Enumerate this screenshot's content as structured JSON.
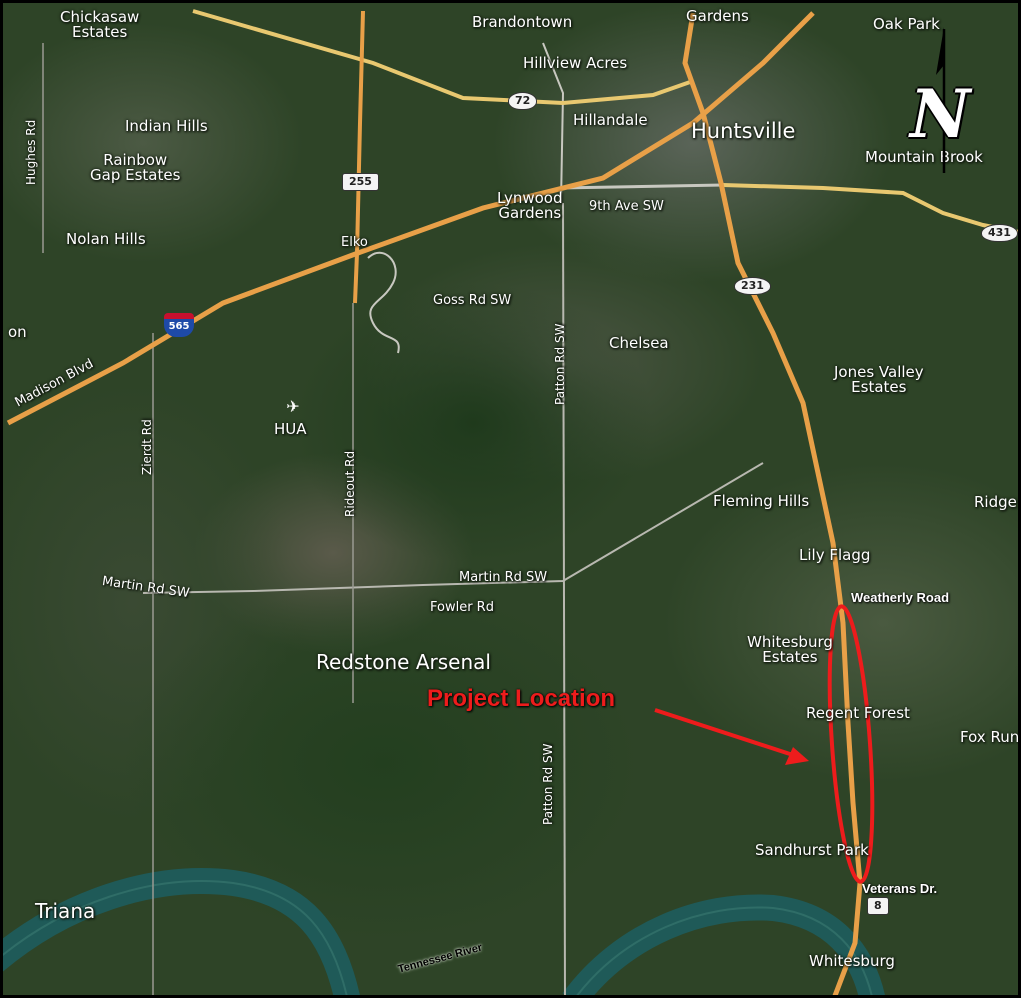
{
  "map": {
    "place_labels": {
      "chickasaw": "Chickasaw\nEstates",
      "brandontown": "Brandontown",
      "gardens": "Gardens",
      "oak_park": "Oak Park",
      "hillview_acres": "Hillview Acres",
      "indian_hills": "Indian Hills",
      "hillandale": "Hillandale",
      "huntsville": "Huntsville",
      "rainbow": "Rainbow\nGap Estates",
      "mountain_brook": "Mountain Brook",
      "lynwood": "Lynwood\nGardens",
      "nolan_hills": "Nolan Hills",
      "elko": "Elko",
      "goss_rd": "Goss Rd SW",
      "chelsea": "Chelsea",
      "jones_valley": "Jones Valley\nEstates",
      "hua": "HUA",
      "fleming_hills": "Fleming Hills",
      "ridge": "Ridge",
      "lily_flagg": "Lily Flagg",
      "martin_rd_left": "Martin Rd SW",
      "martin_rd_right": "Martin Rd SW",
      "fowler_rd": "Fowler Rd",
      "whitesburg_estates": "Whitesburg\nEstates",
      "redstone_arsenal": "Redstone Arsenal",
      "regent_forest": "Regent Forest",
      "fox_run": "Fox Run",
      "sandhurst_park": "Sandhurst Park",
      "triana": "Triana",
      "whitesburg": "Whitesburg",
      "on": "on",
      "madison_blvd": "Madison Blvd",
      "ninth_ave": "9th Ave SW"
    },
    "road_labels": {
      "hughes_rd": "Hughes Rd",
      "zierdt_rd": "Zierdt Rd",
      "rideout_rd": "Rideout Rd",
      "patton_rd_north": "Patton Rd SW",
      "patton_rd_south": "Patton Rd SW"
    },
    "shields": {
      "us72": "72",
      "i255": "255",
      "i565": "565",
      "us231": "231",
      "us431": "431",
      "sr8": "8"
    },
    "annotations": {
      "weatherly_road": "Weatherly Road",
      "veterans_dr": "Veterans Dr.",
      "project_location": "Project Location",
      "tennessee_river": "Tennessee River"
    },
    "north_arrow": {
      "letter": "N",
      "icon": "north-arrow-icon"
    },
    "colors": {
      "highway": "#e8a048",
      "local_road": "#c8c8c0",
      "us72_road": "#e8c870",
      "river": "#1f5a58",
      "project_marker": "#ee1c1c"
    }
  }
}
